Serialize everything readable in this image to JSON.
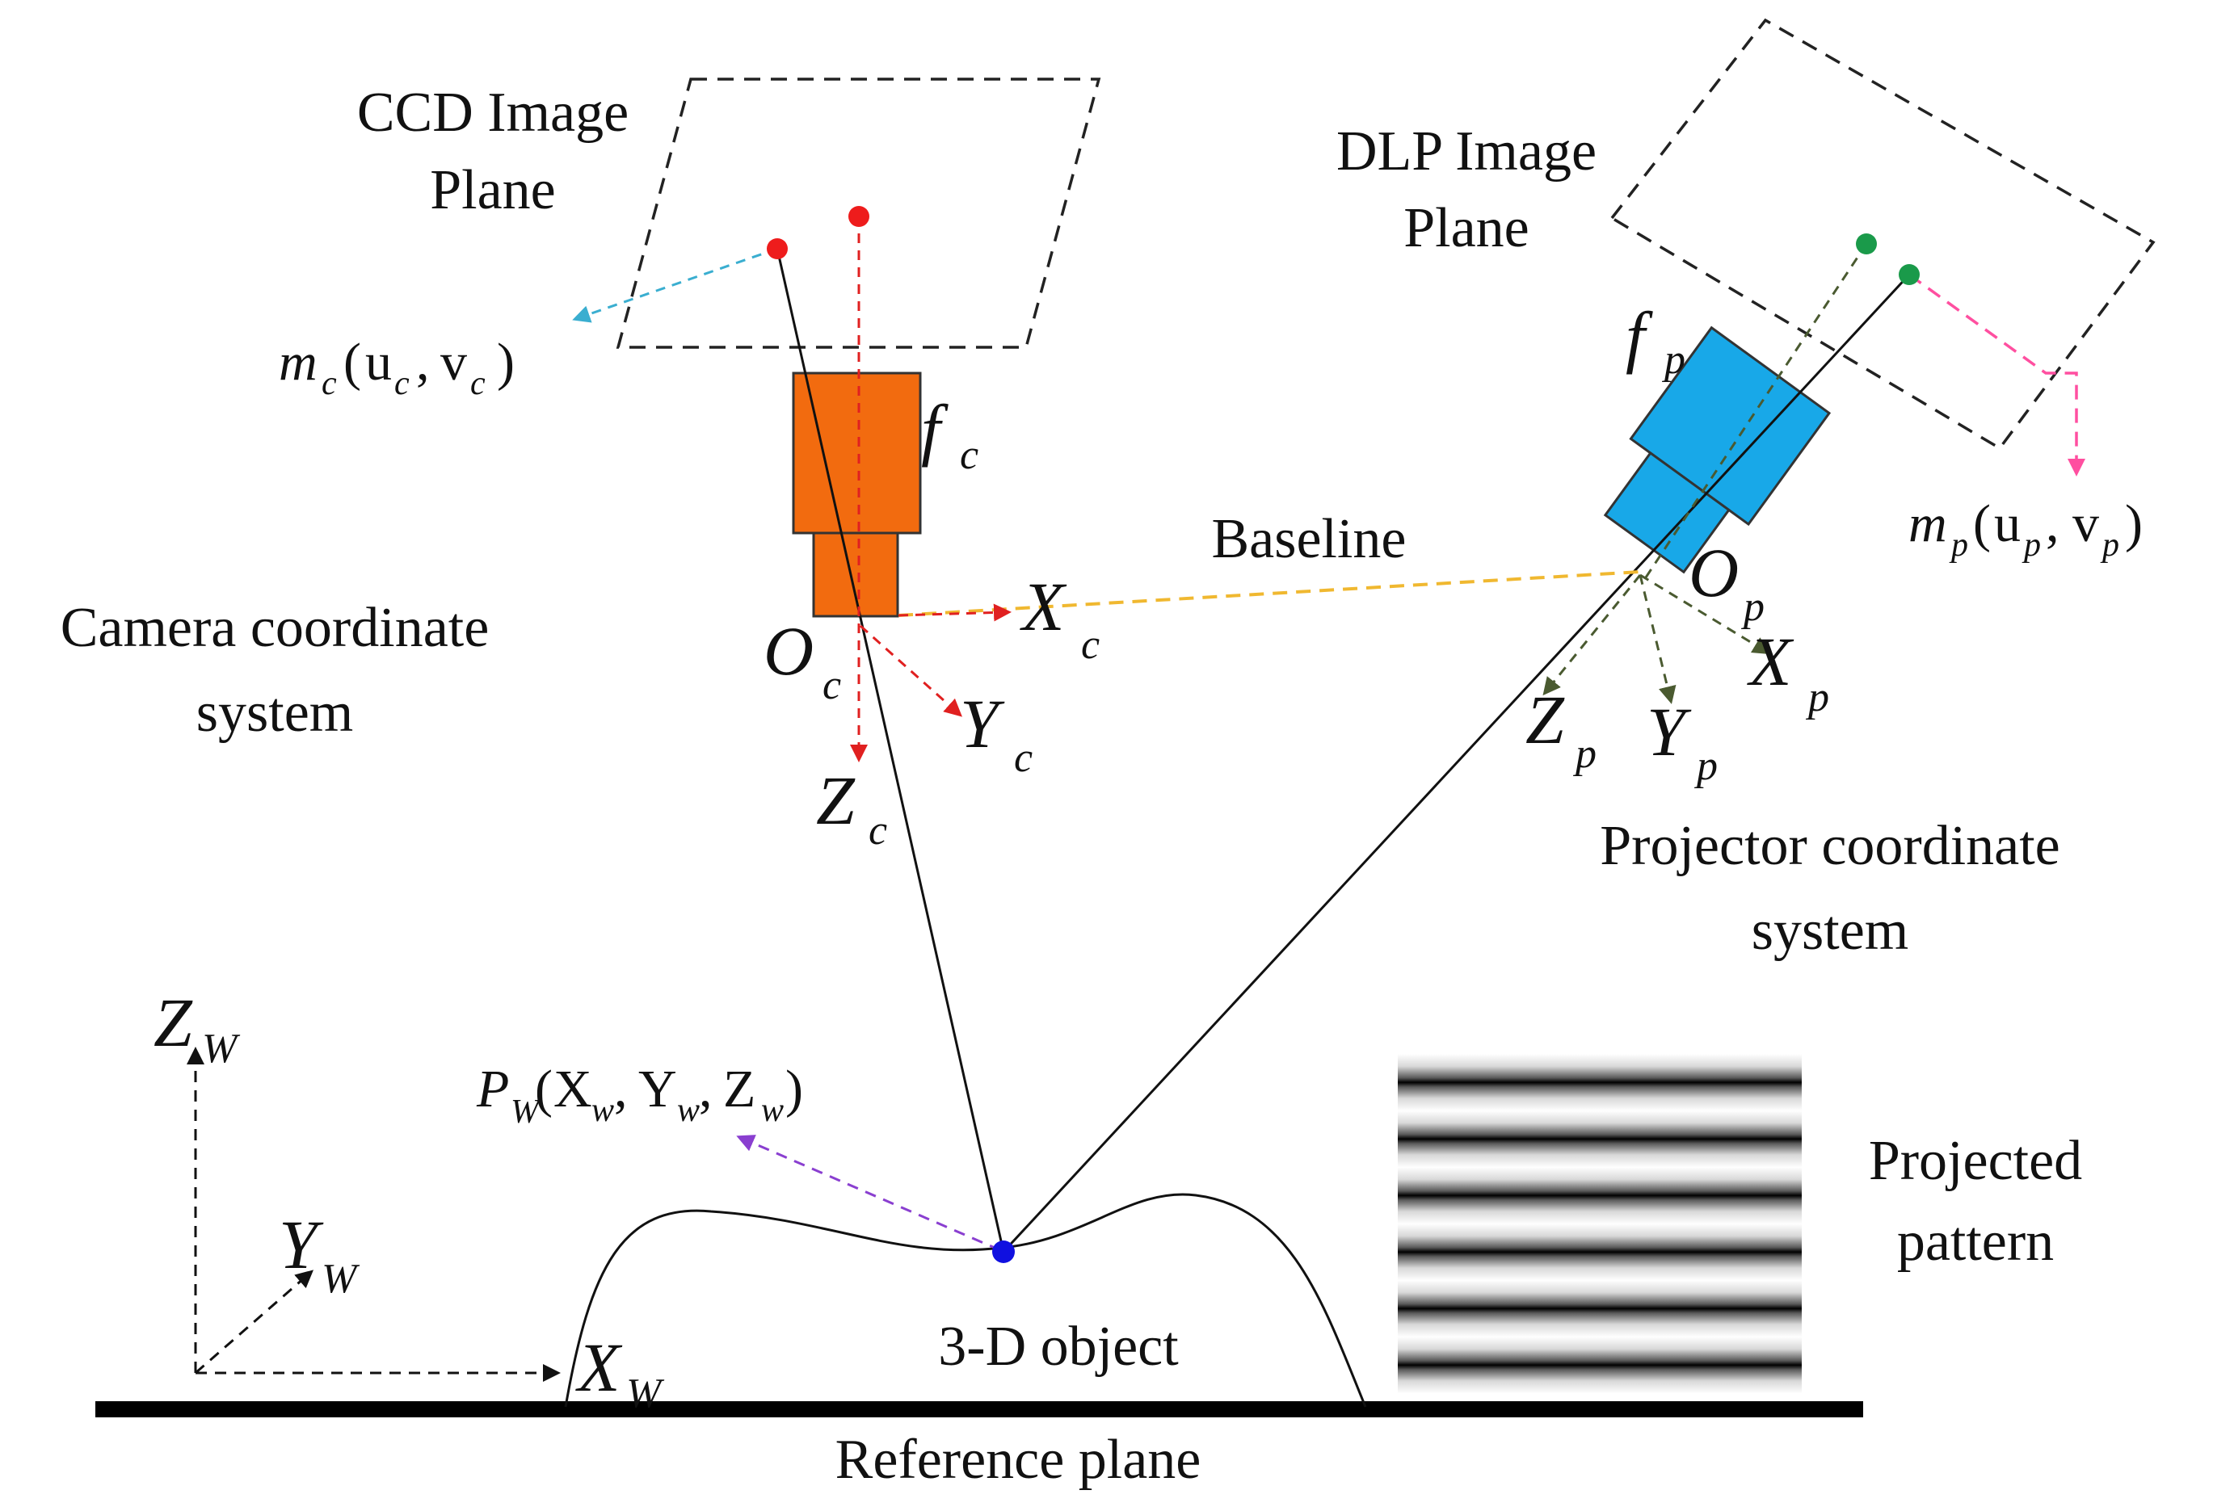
{
  "ccd_plane": {
    "line1": "CCD Image",
    "line2": "Plane"
  },
  "dlp_plane": {
    "line1": "DLP Image",
    "line2": "Plane"
  },
  "camera_system": {
    "line1": "Camera coordinate",
    "line2": "system"
  },
  "projector_system": {
    "line1": "Projector coordinate",
    "line2": "system"
  },
  "baseline": "Baseline",
  "object_label": "3-D object",
  "reference_plane": "Reference plane",
  "pattern_label": {
    "line1": "Projected",
    "line2": "pattern"
  },
  "camera": {
    "focal": "f",
    "focal_sub": "c",
    "origin": "O",
    "origin_sub": "c",
    "x_axis": "X",
    "x_sub": "c",
    "y_axis": "Y",
    "y_sub": "c",
    "z_axis": "Z",
    "z_sub": "c",
    "image_point": {
      "m": "m",
      "m_sub": "c",
      "open": "(",
      "u": "u",
      "u_sub": "c",
      "comma": ",",
      "v": "v",
      "v_sub": "c",
      "close": ")"
    }
  },
  "projector": {
    "focal": "f",
    "focal_sub": "p",
    "origin": "O",
    "origin_sub": "p",
    "x_axis": "X",
    "x_sub": "p",
    "y_axis": "Y",
    "y_sub": "p",
    "z_axis": "Z",
    "z_sub": "p",
    "image_point": {
      "m": "m",
      "m_sub": "p",
      "open": "(",
      "u": "u",
      "u_sub": "p",
      "comma": ",",
      "v": "v",
      "v_sub": "p",
      "close": ")"
    }
  },
  "world": {
    "x_axis": "X",
    "x_sub": "W",
    "y_axis": "Y",
    "y_sub": "W",
    "z_axis": "Z",
    "z_sub": "W",
    "point": {
      "p": "P",
      "p_sub": "W",
      "open": "(",
      "x": "X",
      "x_sub": "w",
      "c1": ",",
      "y": "Y",
      "y_sub": "w",
      "c2": ",",
      "z": "Z",
      "z_sub": "w",
      "close": ")"
    }
  },
  "colors": {
    "camera_body": "#f26b0f",
    "projector_body": "#18a8e8",
    "camera_point": "#ee1c1c",
    "projector_point": "#1a9a4a",
    "object_point": "#1010e0",
    "baseline": "#f0b830",
    "cyan_arrow": "#3aaed0",
    "red_axis": "#e02020",
    "pink_arrow": "#ff4fa0",
    "purple_arrow": "#8a3fd0",
    "projector_axis": "#4a5a30"
  },
  "pattern": {
    "stripe_count": 6
  }
}
